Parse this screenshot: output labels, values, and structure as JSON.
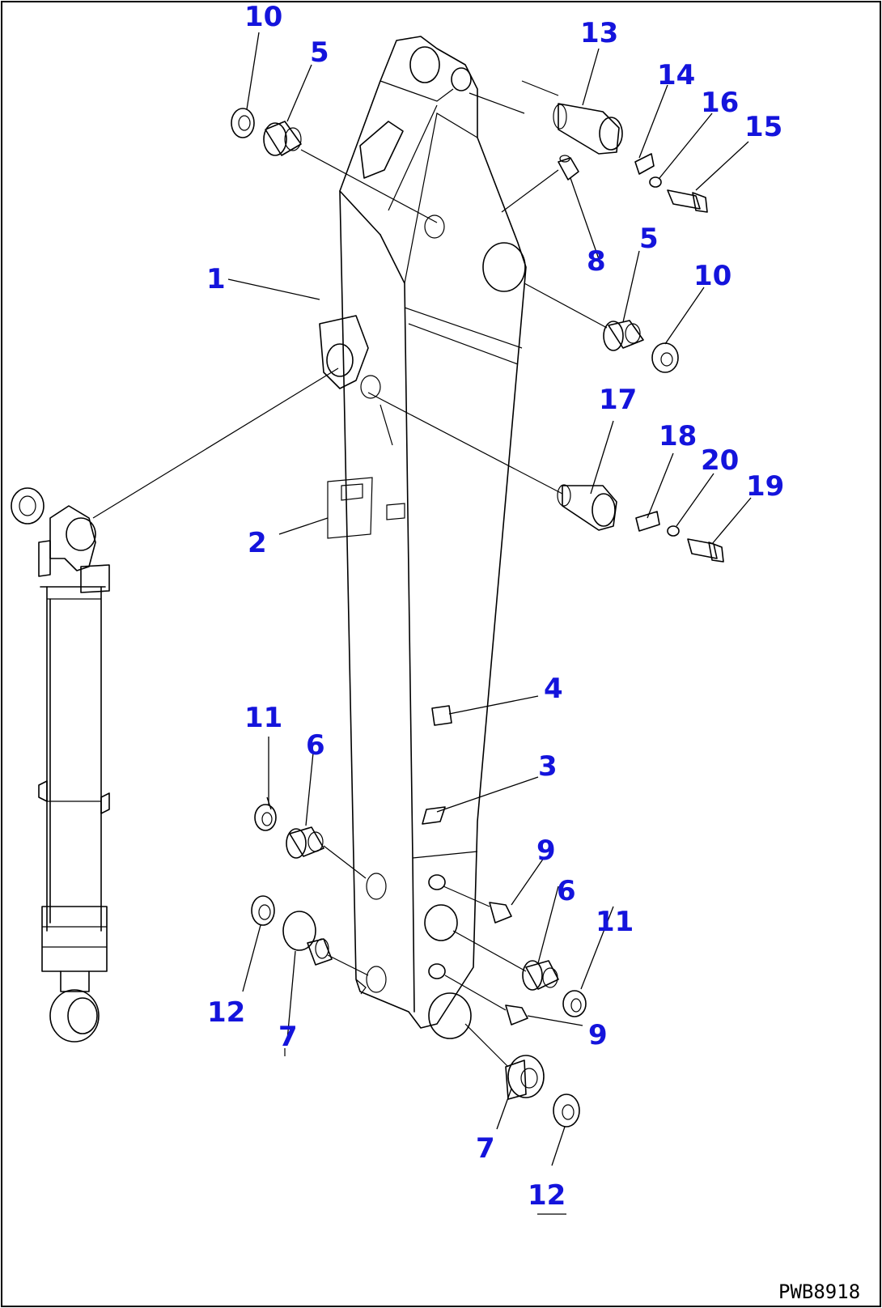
{
  "drawing": {
    "callout_color": "#1414dc",
    "code": "PWB8918",
    "callouts": [
      "1",
      "2",
      "3",
      "4",
      "5",
      "5",
      "6",
      "6",
      "7",
      "7",
      "8",
      "9",
      "9",
      "10",
      "10",
      "11",
      "11",
      "12",
      "12",
      "13",
      "14",
      "15",
      "16",
      "17",
      "18",
      "19",
      "20"
    ]
  }
}
